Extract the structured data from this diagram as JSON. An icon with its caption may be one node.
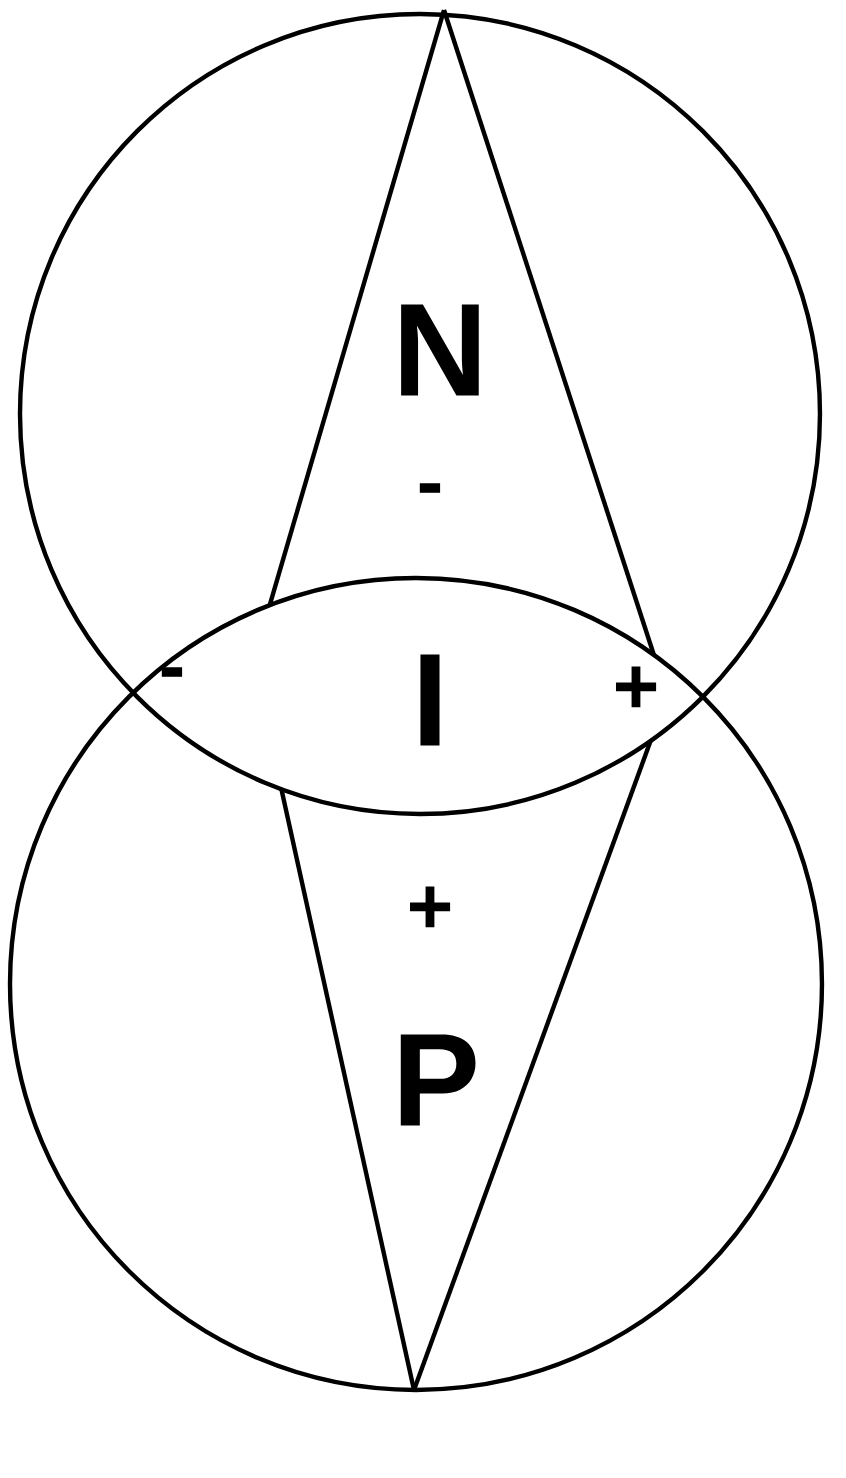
{
  "diagram": {
    "nodes": [
      {
        "text": [
          "N",
          "-"
        ]
      },
      {
        "text": [
          "+",
          "P"
        ]
      }
    ],
    "labels": [
      "-",
      "I",
      "+"
    ]
  }
}
